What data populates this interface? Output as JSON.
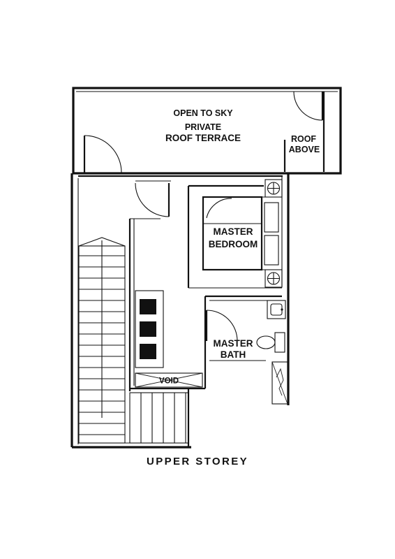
{
  "labels": {
    "open_to_sky": "OPEN TO SKY",
    "private": "PRIVATE",
    "roof_terrace": "ROOF TERRACE",
    "roof": "ROOF",
    "above": "ABOVE",
    "master_bedroom_1": "MASTER",
    "master_bedroom_2": "BEDROOM",
    "master_bath_1": "MASTER",
    "master_bath_2": "BATH",
    "void": "VOID"
  },
  "caption": "UPPER STOREY"
}
